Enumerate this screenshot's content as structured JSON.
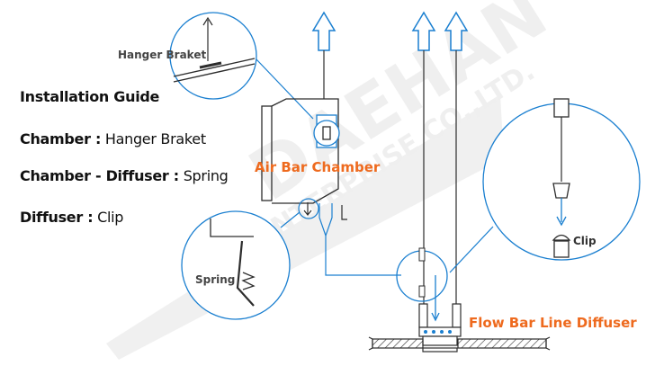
{
  "guide": {
    "title": "Installation Guide",
    "rows": [
      {
        "key": "Chamber :",
        "value": "Hanger Braket"
      },
      {
        "key": "Chamber - Diffuser :",
        "value": "Spring"
      },
      {
        "key": "Diffuser :",
        "value": "Clip"
      }
    ]
  },
  "labels": {
    "hanger_braket": "Hanger Braket",
    "spring": "Spring",
    "clip": "Clip",
    "air_bar_chamber": "Air Bar Chamber",
    "flow_bar_line_diffuser": "Flow Bar Line Diffuser"
  },
  "watermark": {
    "text_main": "DAEHAN",
    "text_sub": "ENTERPRISE CO.,LTD."
  },
  "colors": {
    "line": "#2d2d2d",
    "arrow": "#1a7fd0",
    "accent": "#ee6a1e",
    "watermark": "#e6e6e6"
  }
}
